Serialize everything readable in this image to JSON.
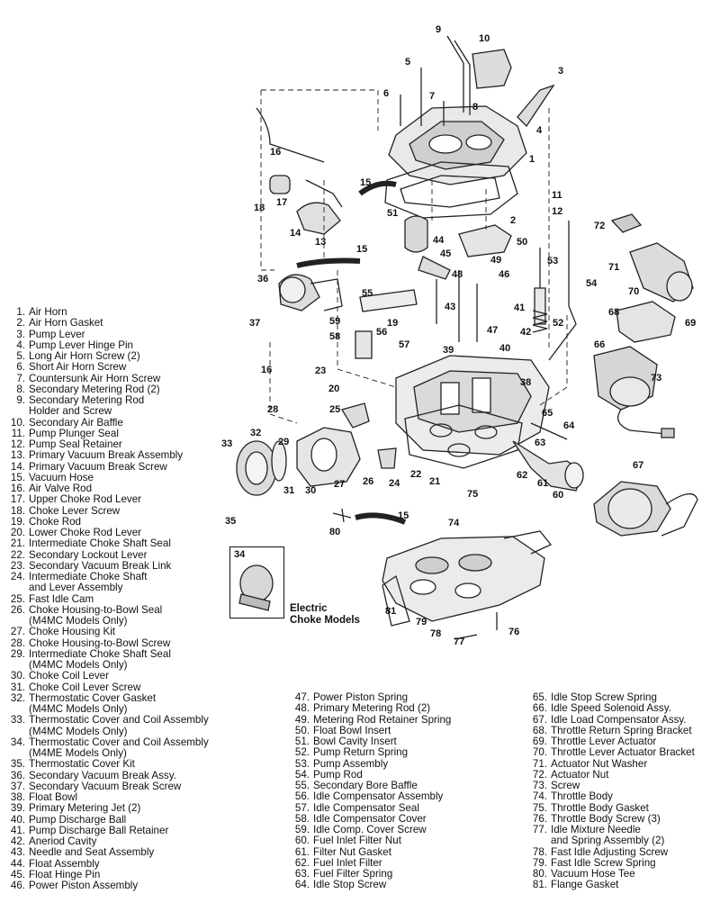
{
  "inset": {
    "callout": "34",
    "label_line1": "Electric",
    "label_line2": "Choke Models"
  },
  "callouts": [
    "1",
    "2",
    "3",
    "4",
    "5",
    "6",
    "7",
    "8",
    "9",
    "10",
    "11",
    "12",
    "13",
    "14",
    "15",
    "15",
    "15",
    "16",
    "16",
    "17",
    "18",
    "19",
    "20",
    "21",
    "22",
    "23",
    "24",
    "25",
    "26",
    "27",
    "28",
    "29",
    "30",
    "31",
    "32",
    "33",
    "35",
    "36",
    "37",
    "38",
    "39",
    "40",
    "41",
    "42",
    "43",
    "44",
    "45",
    "46",
    "47",
    "48",
    "49",
    "50",
    "51",
    "52",
    "53",
    "54",
    "55",
    "56",
    "57",
    "58",
    "59",
    "60",
    "61",
    "62",
    "63",
    "64",
    "65",
    "66",
    "67",
    "68",
    "69",
    "70",
    "71",
    "72",
    "73",
    "74",
    "75",
    "76",
    "77",
    "78",
    "79",
    "80",
    "81"
  ],
  "legend": {
    "col1": [
      {
        "num": "1.",
        "text": "Air Horn"
      },
      {
        "num": "2.",
        "text": "Air Horn Gasket"
      },
      {
        "num": "3.",
        "text": "Pump Lever"
      },
      {
        "num": "4.",
        "text": "Pump Lever Hinge Pin"
      },
      {
        "num": "5.",
        "text": "Long Air Horn Screw (2)"
      },
      {
        "num": "6.",
        "text": "Short Air Horn Screw"
      },
      {
        "num": "7.",
        "text": "Countersunk Air Horn Screw"
      },
      {
        "num": "8.",
        "text": "Secondary Metering Rod (2)"
      },
      {
        "num": "9.",
        "text": "Secondary Metering Rod",
        "cont": "Holder and Screw"
      },
      {
        "num": "10.",
        "text": "Secondary Air Baffle"
      },
      {
        "num": "11.",
        "text": "Pump Plunger Seal"
      },
      {
        "num": "12.",
        "text": "Pump Seal Retainer"
      },
      {
        "num": "13.",
        "text": "Primary Vacuum Break Assembly"
      },
      {
        "num": "14.",
        "text": "Primary Vacuum Break Screw"
      },
      {
        "num": "15.",
        "text": "Vacuum Hose"
      },
      {
        "num": "16.",
        "text": "Air Valve Rod"
      },
      {
        "num": "17.",
        "text": "Upper Choke Rod Lever"
      },
      {
        "num": "18.",
        "text": "Choke Lever Screw"
      },
      {
        "num": "19.",
        "text": "Choke Rod"
      },
      {
        "num": "20.",
        "text": "Lower Choke Rod Lever"
      },
      {
        "num": "21.",
        "text": "Intermediate Choke Shaft Seal"
      },
      {
        "num": "22.",
        "text": "Secondary Lockout Lever"
      },
      {
        "num": "23.",
        "text": "Secondary Vacuum Break Link"
      },
      {
        "num": "24.",
        "text": "Intermediate Choke Shaft",
        "cont": "and Lever Assembly"
      },
      {
        "num": "25.",
        "text": "Fast Idle Cam"
      },
      {
        "num": "26.",
        "text": "Choke Housing-to-Bowl Seal",
        "cont": "(M4MC Models Only)"
      },
      {
        "num": "27.",
        "text": "Choke Housing Kit"
      },
      {
        "num": "28.",
        "text": "Choke Housing-to-Bowl Screw"
      },
      {
        "num": "29.",
        "text": "Intermediate Choke Shaft Seal",
        "cont": "(M4MC Models Only)"
      },
      {
        "num": "30.",
        "text": "Choke Coil Lever"
      },
      {
        "num": "31.",
        "text": "Choke Coil Lever Screw"
      },
      {
        "num": "32.",
        "text": "Thermostatic Cover Gasket",
        "cont": "(M4MC Models Only)"
      },
      {
        "num": "33.",
        "text": "Thermostatic Cover and Coil Assembly",
        "cont": "(M4MC Models Only)"
      },
      {
        "num": "34.",
        "text": "Thermostatic Cover and Coil Assembly",
        "cont": "(M4ME Models Only)"
      },
      {
        "num": "35.",
        "text": "Thermostatic Cover Kit"
      },
      {
        "num": "36.",
        "text": "Secondary Vacuum Break Assy."
      },
      {
        "num": "37.",
        "text": "Secondary Vacuum Break Screw"
      },
      {
        "num": "38.",
        "text": "Float Bowl"
      },
      {
        "num": "39.",
        "text": "Primary Metering Jet (2)"
      },
      {
        "num": "40.",
        "text": "Pump Discharge Ball"
      },
      {
        "num": "41.",
        "text": "Pump Discharge Ball Retainer"
      },
      {
        "num": "42.",
        "text": "Aneriod Cavity"
      },
      {
        "num": "43.",
        "text": "Needle and Seat Assembly"
      },
      {
        "num": "44.",
        "text": "Float Assembly"
      },
      {
        "num": "45.",
        "text": "Float Hinge Pin"
      },
      {
        "num": "46.",
        "text": "Power Piston Assembly"
      }
    ],
    "col2": [
      {
        "num": "47.",
        "text": "Power Piston Spring"
      },
      {
        "num": "48.",
        "text": "Primary Metering Rod (2)"
      },
      {
        "num": "49.",
        "text": "Metering Rod Retainer Spring"
      },
      {
        "num": "50.",
        "text": "Float Bowl Insert"
      },
      {
        "num": "51.",
        "text": "Bowl Cavity Insert"
      },
      {
        "num": "52.",
        "text": "Pump Return Spring"
      },
      {
        "num": "53.",
        "text": "Pump Assembly"
      },
      {
        "num": "54.",
        "text": "Pump Rod"
      },
      {
        "num": "55.",
        "text": "Secondary Bore Baffle"
      },
      {
        "num": "56.",
        "text": "Idle Compensator Assembly"
      },
      {
        "num": "57.",
        "text": "Idle Compensator Seal"
      },
      {
        "num": "58.",
        "text": "Idle Compensator Cover"
      },
      {
        "num": "59.",
        "text": "Idle Comp. Cover Screw"
      },
      {
        "num": "60.",
        "text": "Fuel Inlet Filter Nut"
      },
      {
        "num": "61.",
        "text": "Filter Nut Gasket"
      },
      {
        "num": "62.",
        "text": "Fuel Inlet Filter"
      },
      {
        "num": "63.",
        "text": "Fuel Filter Spring"
      },
      {
        "num": "64.",
        "text": "Idle Stop Screw"
      }
    ],
    "col3": [
      {
        "num": "65.",
        "text": "Idle Stop Screw Spring"
      },
      {
        "num": "66.",
        "text": "Idle Speed Solenoid Assy."
      },
      {
        "num": "67.",
        "text": "Idle Load Compensator Assy."
      },
      {
        "num": "68.",
        "text": "Throttle Return Spring Bracket"
      },
      {
        "num": "69.",
        "text": "Throttle Lever Actuator"
      },
      {
        "num": "70.",
        "text": "Throttle Lever Actuator Bracket"
      },
      {
        "num": "71.",
        "text": "Actuator Nut Washer"
      },
      {
        "num": "72.",
        "text": "Actuator Nut"
      },
      {
        "num": "73.",
        "text": "Screw"
      },
      {
        "num": "74.",
        "text": "Throttle Body"
      },
      {
        "num": "75.",
        "text": "Throttle Body Gasket"
      },
      {
        "num": "76.",
        "text": "Throttle Body Screw (3)"
      },
      {
        "num": "77.",
        "text": "Idle Mixture Needle",
        "cont": "and Spring Assembly (2)"
      },
      {
        "num": "78.",
        "text": "Fast Idle Adjusting Screw"
      },
      {
        "num": "79.",
        "text": "Fast Idle Screw Spring"
      },
      {
        "num": "80.",
        "text": "Vacuum Hose Tee"
      },
      {
        "num": "81.",
        "text": "Flange Gasket"
      }
    ]
  }
}
